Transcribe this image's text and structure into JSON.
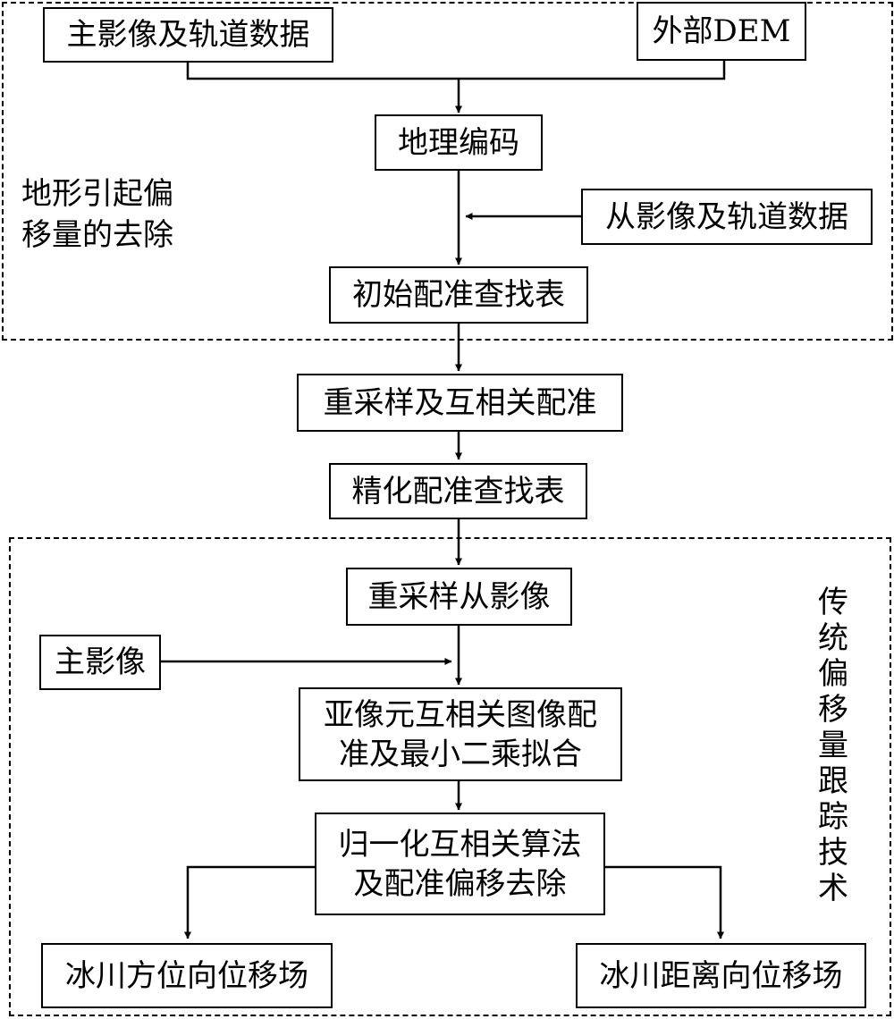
{
  "regions": {
    "top_label_line1": "地形引起偏",
    "top_label_line2": "移量的去除",
    "bottom_label": "传统偏移量跟踪技术"
  },
  "nodes": {
    "master_image_orbit": "主影像及轨道数据",
    "external_dem": "外部DEM",
    "geocoding": "地理编码",
    "slave_image_orbit": "从影像及轨道数据",
    "initial_lut": "初始配准查找表",
    "resample_coreg": "重采样及互相关配准",
    "refined_lut": "精化配准查找表",
    "resample_slave": "重采样从影像",
    "master_image": "主影像",
    "subpixel_line1": "亚像元互相关图像配",
    "subpixel_line2": "准及最小二乘拟合",
    "ncc_line1": "归一化互相关算法",
    "ncc_line2": "及配准偏移去除",
    "azimuth_field": "冰川方位向位移场",
    "range_field": "冰川距离向位移场"
  }
}
